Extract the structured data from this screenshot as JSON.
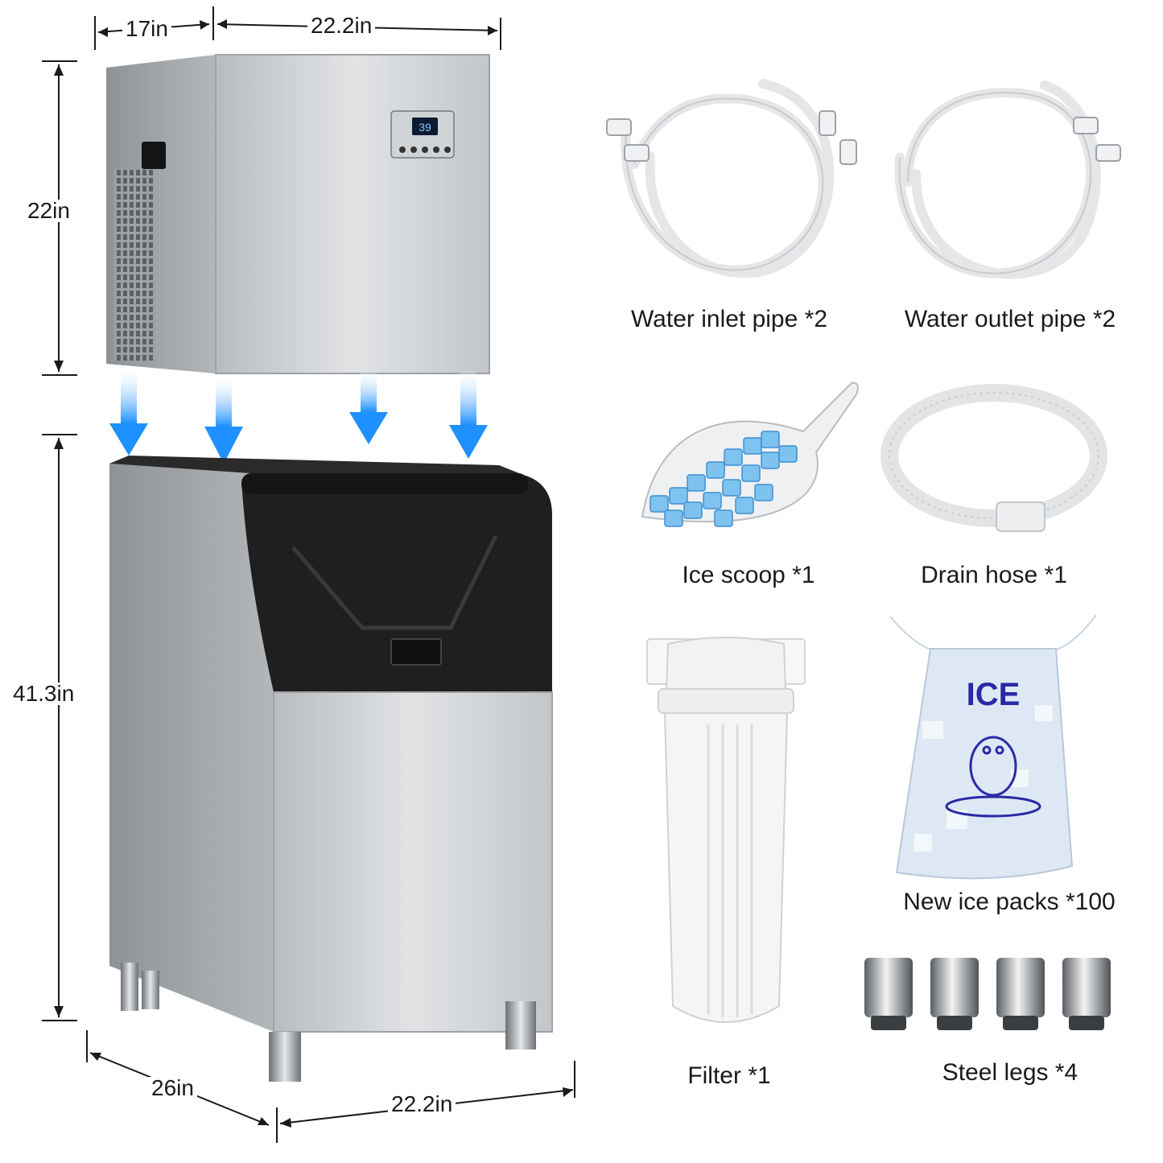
{
  "dimensions": {
    "top_depth": "17in",
    "top_width": "22.2in",
    "top_height": "22in",
    "bin_height": "41.3in",
    "bottom_depth": "26in",
    "bottom_width": "22.2in"
  },
  "control_panel": {
    "display": "39"
  },
  "accessories": [
    {
      "label": "Water inlet pipe *2"
    },
    {
      "label": "Water outlet pipe *2"
    },
    {
      "label": "Ice scoop *1"
    },
    {
      "label": "Drain hose *1"
    },
    {
      "label": "Filter *1"
    },
    {
      "label": "New ice packs *100"
    },
    {
      "label": "Steel legs *4"
    }
  ],
  "ice_bag": {
    "brand": "ICE"
  },
  "colors": {
    "arrow_blue": "#1e90ff",
    "steel": "#c7cacd",
    "bin_black": "#1f1f1f",
    "bag_text": "#2a2aa6"
  }
}
